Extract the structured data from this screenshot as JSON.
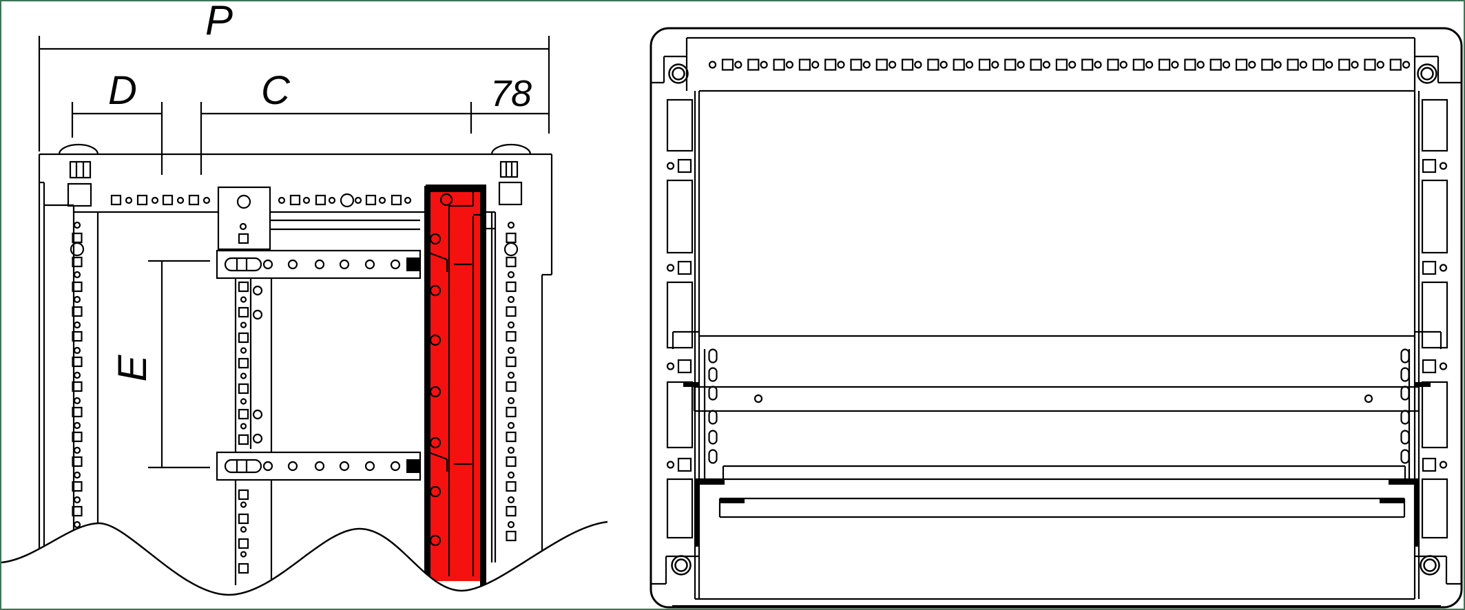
{
  "dimension_labels": {
    "overall": "P",
    "left_section": "D",
    "center_section": "C",
    "fixed_width": "78",
    "vertical_span": "E"
  },
  "colors": {
    "line": "#000000",
    "background": "#ffffff",
    "page_border": "#3e7456",
    "highlight": "#f61111"
  },
  "counts": {
    "left_rail_round_holes": 6,
    "red_rail_holes": 7,
    "oval_slots_per_strip": 6,
    "side_slots_per_column": 5,
    "front_top_row_squares": 27
  }
}
